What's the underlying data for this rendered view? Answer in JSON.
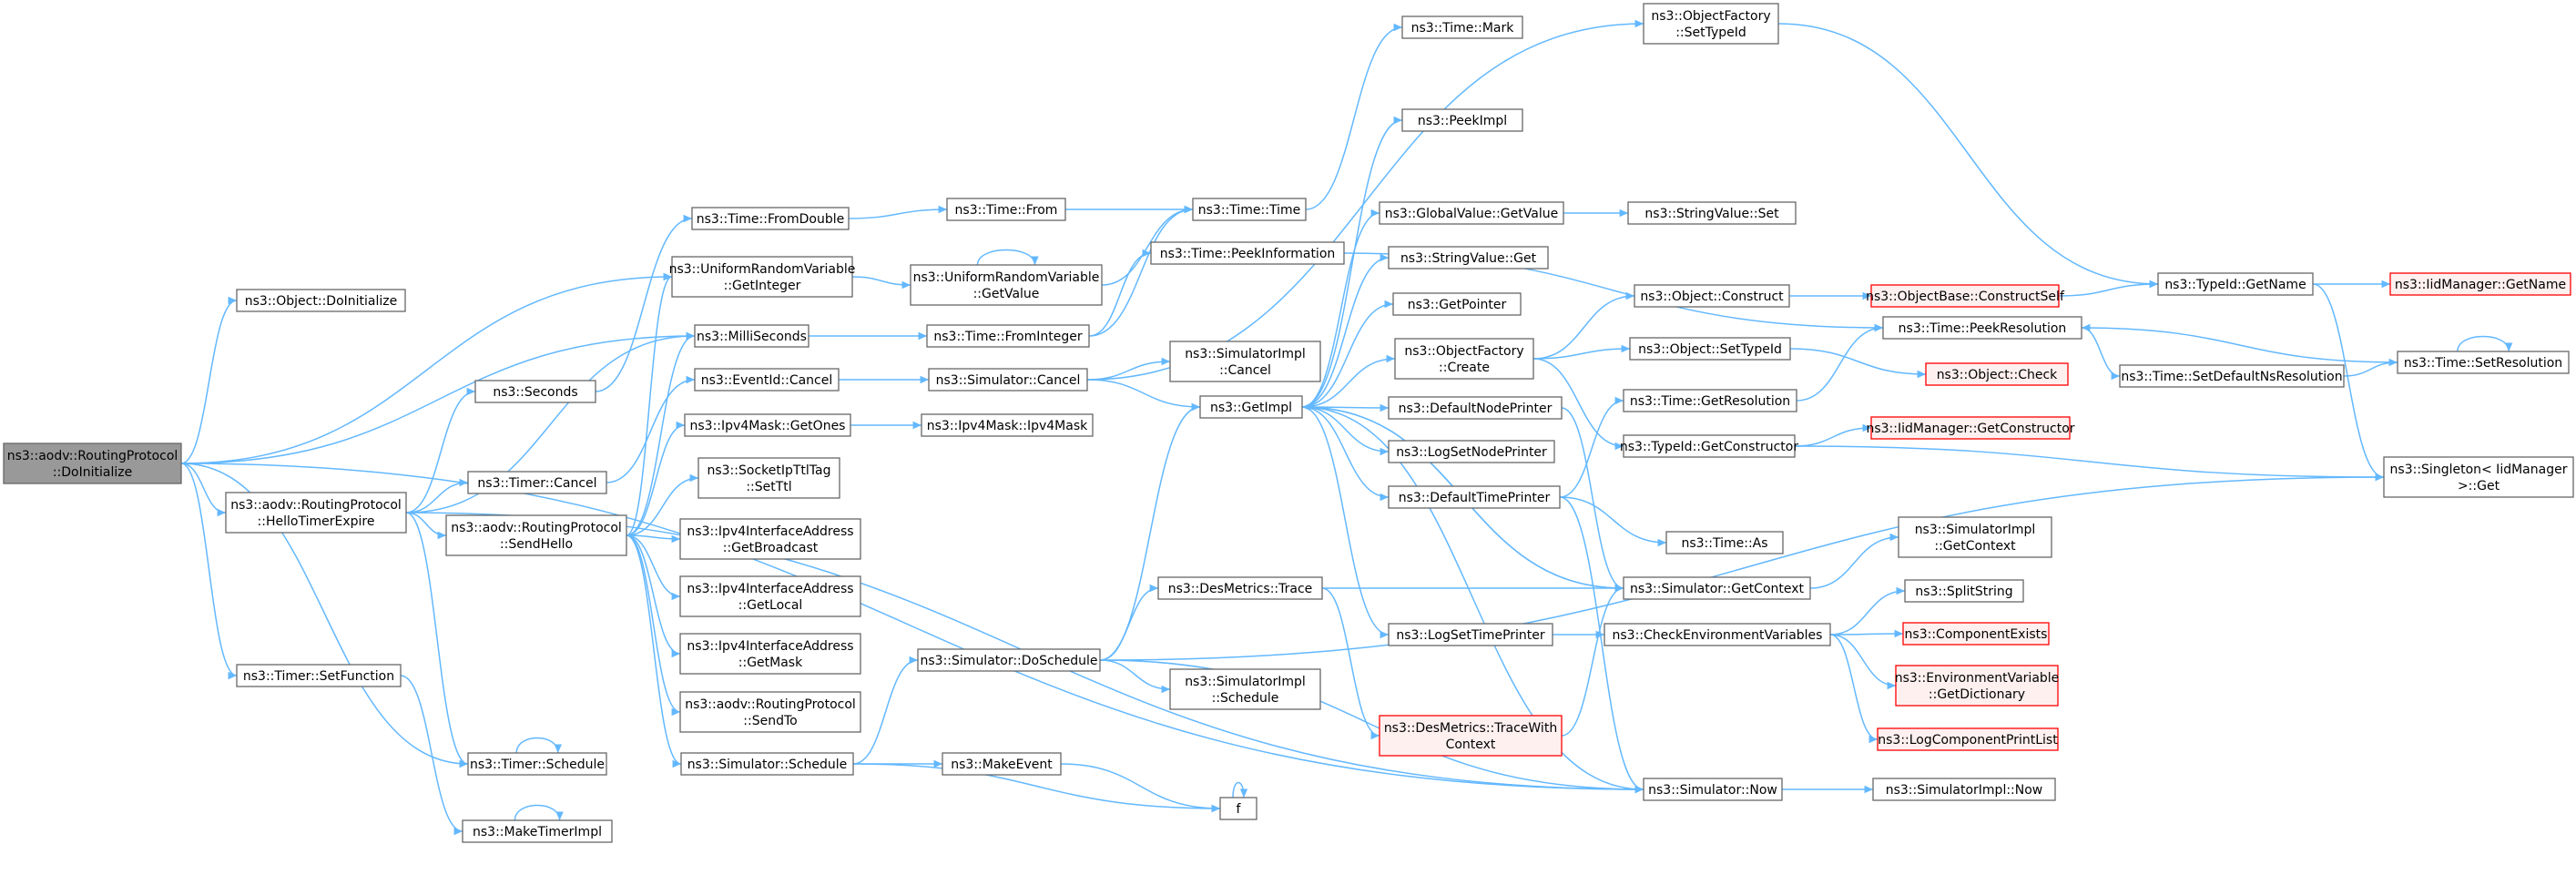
{
  "colors": {
    "edge": "#63b8ff",
    "root_fill": "#999999",
    "node_border": "#666666",
    "missing_border": "#ff0000",
    "missing_fill": "#fff0f0"
  },
  "nodes": [
    {
      "id": "doinit",
      "lines": [
        "ns3::aodv::RoutingProtocol",
        "::DoInitialize"
      ],
      "style": "root"
    },
    {
      "id": "objdoinit",
      "lines": [
        "ns3::Object::DoInitialize"
      ],
      "style": "normal"
    },
    {
      "id": "hello",
      "lines": [
        "ns3::aodv::RoutingProtocol",
        "::HelloTimerExpire"
      ],
      "style": "normal"
    },
    {
      "id": "setfunc",
      "lines": [
        "ns3::Timer::SetFunction"
      ],
      "style": "normal"
    },
    {
      "id": "seconds",
      "lines": [
        "ns3::Seconds"
      ],
      "style": "normal"
    },
    {
      "id": "timercancel",
      "lines": [
        "ns3::Timer::Cancel"
      ],
      "style": "normal"
    },
    {
      "id": "sendhello",
      "lines": [
        "ns3::aodv::RoutingProtocol",
        "::SendHello"
      ],
      "style": "normal"
    },
    {
      "id": "timerschedule",
      "lines": [
        "ns3::Timer::Schedule"
      ],
      "style": "normal"
    },
    {
      "id": "maketimerimpl",
      "lines": [
        "ns3::MakeTimerImpl"
      ],
      "style": "normal"
    },
    {
      "id": "fromdouble",
      "lines": [
        "ns3::Time::FromDouble"
      ],
      "style": "normal"
    },
    {
      "id": "urvgetint",
      "lines": [
        "ns3::UniformRandomVariable",
        "::GetInteger"
      ],
      "style": "normal"
    },
    {
      "id": "millis",
      "lines": [
        "ns3::MilliSeconds"
      ],
      "style": "normal"
    },
    {
      "id": "eventcancel",
      "lines": [
        "ns3::EventId::Cancel"
      ],
      "style": "normal"
    },
    {
      "id": "maskgetones",
      "lines": [
        "ns3::Ipv4Mask::GetOnes"
      ],
      "style": "normal"
    },
    {
      "id": "socketttl",
      "lines": [
        "ns3::SocketIpTtlTag",
        "::SetTtl"
      ],
      "style": "normal"
    },
    {
      "id": "getbcast",
      "lines": [
        "ns3::Ipv4InterfaceAddress",
        "::GetBroadcast"
      ],
      "style": "normal"
    },
    {
      "id": "getlocal",
      "lines": [
        "ns3::Ipv4InterfaceAddress",
        "::GetLocal"
      ],
      "style": "normal"
    },
    {
      "id": "getmask",
      "lines": [
        "ns3::Ipv4InterfaceAddress",
        "::GetMask"
      ],
      "style": "normal"
    },
    {
      "id": "sendto",
      "lines": [
        "ns3::aodv::RoutingProtocol",
        "::SendTo"
      ],
      "style": "normal"
    },
    {
      "id": "simschedule",
      "lines": [
        "ns3::Simulator::Schedule"
      ],
      "style": "normal"
    },
    {
      "id": "timefrom",
      "lines": [
        "ns3::Time::From"
      ],
      "style": "normal"
    },
    {
      "id": "urvgetval",
      "lines": [
        "ns3::UniformRandomVariable",
        "::GetValue"
      ],
      "style": "normal"
    },
    {
      "id": "fromint",
      "lines": [
        "ns3::Time::FromInteger"
      ],
      "style": "normal"
    },
    {
      "id": "simcancel",
      "lines": [
        "ns3::Simulator::Cancel"
      ],
      "style": "normal"
    },
    {
      "id": "maskctor",
      "lines": [
        "ns3::Ipv4Mask::Ipv4Mask"
      ],
      "style": "normal"
    },
    {
      "id": "doschedule",
      "lines": [
        "ns3::Simulator::DoSchedule"
      ],
      "style": "normal"
    },
    {
      "id": "makeevent",
      "lines": [
        "ns3::MakeEvent"
      ],
      "style": "normal"
    },
    {
      "id": "timemark",
      "lines": [
        "ns3::Time::Mark"
      ],
      "style": "normal"
    },
    {
      "id": "timetime",
      "lines": [
        "ns3::Time::Time"
      ],
      "style": "normal"
    },
    {
      "id": "peekinfo",
      "lines": [
        "ns3::Time::PeekInformation"
      ],
      "style": "normal"
    },
    {
      "id": "simimplcancel",
      "lines": [
        "ns3::SimulatorImpl",
        "::Cancel"
      ],
      "style": "normal"
    },
    {
      "id": "getimpl",
      "lines": [
        "ns3::GetImpl"
      ],
      "style": "normal"
    },
    {
      "id": "desmetrics",
      "lines": [
        "ns3::DesMetrics::Trace"
      ],
      "style": "normal"
    },
    {
      "id": "simimplsched",
      "lines": [
        "ns3::SimulatorImpl",
        "::Schedule"
      ],
      "style": "normal"
    },
    {
      "id": "f",
      "lines": [
        "f"
      ],
      "style": "normal"
    },
    {
      "id": "peekimpl",
      "lines": [
        "ns3::PeekImpl"
      ],
      "style": "normal"
    },
    {
      "id": "gvgetvalue",
      "lines": [
        "ns3::GlobalValue::GetValue"
      ],
      "style": "normal"
    },
    {
      "id": "svget",
      "lines": [
        "ns3::StringValue::Get"
      ],
      "style": "normal"
    },
    {
      "id": "getpointer",
      "lines": [
        "ns3::GetPointer"
      ],
      "style": "normal"
    },
    {
      "id": "ofcreate",
      "lines": [
        "ns3::ObjectFactory",
        "::Create"
      ],
      "style": "normal"
    },
    {
      "id": "defnodeprinter",
      "lines": [
        "ns3::DefaultNodePrinter"
      ],
      "style": "normal"
    },
    {
      "id": "logsetnodeprinter",
      "lines": [
        "ns3::LogSetNodePrinter"
      ],
      "style": "normal"
    },
    {
      "id": "deftimeprinter",
      "lines": [
        "ns3::DefaultTimePrinter"
      ],
      "style": "normal"
    },
    {
      "id": "logsettimeprinter",
      "lines": [
        "ns3::LogSetTimePrinter"
      ],
      "style": "normal"
    },
    {
      "id": "tracewithctx",
      "lines": [
        "ns3::DesMetrics::TraceWith",
        "Context"
      ],
      "style": "missing"
    },
    {
      "id": "ofsettypeid",
      "lines": [
        "ns3::ObjectFactory",
        "::SetTypeId"
      ],
      "style": "normal"
    },
    {
      "id": "svset",
      "lines": [
        "ns3::StringValue::Set"
      ],
      "style": "normal"
    },
    {
      "id": "objconstruct",
      "lines": [
        "ns3::Object::Construct"
      ],
      "style": "normal"
    },
    {
      "id": "objsettypeid",
      "lines": [
        "ns3::Object::SetTypeId"
      ],
      "style": "normal"
    },
    {
      "id": "getres",
      "lines": [
        "ns3::Time::GetResolution"
      ],
      "style": "normal"
    },
    {
      "id": "getctor",
      "lines": [
        "ns3::TypeId::GetConstructor"
      ],
      "style": "normal"
    },
    {
      "id": "timeas",
      "lines": [
        "ns3::Time::As"
      ],
      "style": "normal"
    },
    {
      "id": "simgetctx",
      "lines": [
        "ns3::Simulator::GetContext"
      ],
      "style": "normal"
    },
    {
      "id": "checkenv",
      "lines": [
        "ns3::CheckEnvironmentVariables"
      ],
      "style": "normal"
    },
    {
      "id": "simnow",
      "lines": [
        "ns3::Simulator::Now"
      ],
      "style": "normal"
    },
    {
      "id": "constructself",
      "lines": [
        "ns3::ObjectBase::ConstructSelf"
      ],
      "style": "missing"
    },
    {
      "id": "objcheck",
      "lines": [
        "ns3::Object::Check"
      ],
      "style": "missing"
    },
    {
      "id": "iidgetctor",
      "lines": [
        "ns3::IidManager::GetConstructor"
      ],
      "style": "missing"
    },
    {
      "id": "simimplgetctx",
      "lines": [
        "ns3::SimulatorImpl",
        "::GetContext"
      ],
      "style": "normal"
    },
    {
      "id": "splitstring",
      "lines": [
        "ns3::SplitString"
      ],
      "style": "normal"
    },
    {
      "id": "compexists",
      "lines": [
        "ns3::ComponentExists"
      ],
      "style": "missing"
    },
    {
      "id": "envgetdict",
      "lines": [
        "ns3::EnvironmentVariable",
        "::GetDictionary"
      ],
      "style": "missing"
    },
    {
      "id": "logcompprint",
      "lines": [
        "ns3::LogComponentPrintList"
      ],
      "style": "missing"
    },
    {
      "id": "simimplnow",
      "lines": [
        "ns3::SimulatorImpl::Now"
      ],
      "style": "normal"
    },
    {
      "id": "typeidgetname",
      "lines": [
        "ns3::TypeId::GetName"
      ],
      "style": "normal"
    },
    {
      "id": "peekres",
      "lines": [
        "ns3::Time::PeekResolution"
      ],
      "style": "normal"
    },
    {
      "id": "setdefnsres",
      "lines": [
        "ns3::Time::SetDefaultNsResolution"
      ],
      "style": "normal"
    },
    {
      "id": "iidgetname",
      "lines": [
        "ns3::IidManager::GetName"
      ],
      "style": "missing"
    },
    {
      "id": "setres",
      "lines": [
        "ns3::Time::SetResolution"
      ],
      "style": "normal"
    },
    {
      "id": "singleton",
      "lines": [
        "ns3::Singleton< IidManager",
        ">::Get"
      ],
      "style": "normal"
    }
  ],
  "edges": [
    [
      "doinit",
      "objdoinit"
    ],
    [
      "doinit",
      "urvgetint"
    ],
    [
      "doinit",
      "millis"
    ],
    [
      "doinit",
      "hello"
    ],
    [
      "doinit",
      "setfunc"
    ],
    [
      "doinit",
      "timerschedule"
    ],
    [
      "doinit",
      "simnow"
    ],
    [
      "hello",
      "seconds"
    ],
    [
      "hello",
      "timercancel"
    ],
    [
      "hello",
      "sendhello"
    ],
    [
      "hello",
      "timerschedule"
    ],
    [
      "hello",
      "millis"
    ],
    [
      "hello",
      "simnow"
    ],
    [
      "setfunc",
      "maketimerimpl"
    ],
    [
      "maketimerimpl",
      "maketimerimpl"
    ],
    [
      "timerschedule",
      "timerschedule"
    ],
    [
      "seconds",
      "fromdouble"
    ],
    [
      "timercancel",
      "eventcancel"
    ],
    [
      "sendhello",
      "urvgetint"
    ],
    [
      "sendhello",
      "millis"
    ],
    [
      "sendhello",
      "maskgetones"
    ],
    [
      "sendhello",
      "socketttl"
    ],
    [
      "sendhello",
      "getbcast"
    ],
    [
      "sendhello",
      "getlocal"
    ],
    [
      "sendhello",
      "getmask"
    ],
    [
      "sendhello",
      "sendto"
    ],
    [
      "sendhello",
      "simschedule"
    ],
    [
      "fromdouble",
      "timefrom"
    ],
    [
      "urvgetint",
      "urvgetval"
    ],
    [
      "urvgetval",
      "urvgetval"
    ],
    [
      "millis",
      "fromint"
    ],
    [
      "eventcancel",
      "simcancel"
    ],
    [
      "maskgetones",
      "maskctor"
    ],
    [
      "simschedule",
      "doschedule"
    ],
    [
      "simschedule",
      "makeevent"
    ],
    [
      "simschedule",
      "f"
    ],
    [
      "timefrom",
      "timetime"
    ],
    [
      "urvgetval",
      "timetime"
    ],
    [
      "fromint",
      "timetime"
    ],
    [
      "fromint",
      "peekinfo"
    ],
    [
      "simcancel",
      "simimplcancel"
    ],
    [
      "simcancel",
      "getimpl"
    ],
    [
      "simcancel",
      "ofsettypeid"
    ],
    [
      "doschedule",
      "getimpl"
    ],
    [
      "doschedule",
      "desmetrics"
    ],
    [
      "doschedule",
      "simimplsched"
    ],
    [
      "doschedule",
      "simnow"
    ],
    [
      "doschedule",
      "singleton"
    ],
    [
      "makeevent",
      "f"
    ],
    [
      "f",
      "f"
    ],
    [
      "timetime",
      "timemark"
    ],
    [
      "peekinfo",
      "peekres"
    ],
    [
      "getimpl",
      "peekimpl"
    ],
    [
      "getimpl",
      "gvgetvalue"
    ],
    [
      "getimpl",
      "svget"
    ],
    [
      "getimpl",
      "getpointer"
    ],
    [
      "getimpl",
      "ofcreate"
    ],
    [
      "getimpl",
      "defnodeprinter"
    ],
    [
      "getimpl",
      "logsetnodeprinter"
    ],
    [
      "getimpl",
      "deftimeprinter"
    ],
    [
      "getimpl",
      "logsettimeprinter"
    ],
    [
      "getimpl",
      "simgetctx"
    ],
    [
      "desmetrics",
      "tracewithctx"
    ],
    [
      "desmetrics",
      "simgetctx"
    ],
    [
      "tracewithctx",
      "simgetctx"
    ],
    [
      "gvgetvalue",
      "svset"
    ],
    [
      "ofcreate",
      "objconstruct"
    ],
    [
      "ofcreate",
      "objsettypeid"
    ],
    [
      "ofcreate",
      "getctor"
    ],
    [
      "defnodeprinter",
      "simgetctx"
    ],
    [
      "deftimeprinter",
      "getres"
    ],
    [
      "deftimeprinter",
      "timeas"
    ],
    [
      "deftimeprinter",
      "simnow"
    ],
    [
      "logsettimeprinter",
      "checkenv"
    ],
    [
      "objconstruct",
      "constructself"
    ],
    [
      "objsettypeid",
      "objcheck"
    ],
    [
      "getres",
      "peekres"
    ],
    [
      "getctor",
      "iidgetctor"
    ],
    [
      "getctor",
      "singleton"
    ],
    [
      "simgetctx",
      "simimplgetctx"
    ],
    [
      "simgetctx",
      "getimpl"
    ],
    [
      "simnow",
      "getimpl"
    ],
    [
      "simnow",
      "simimplnow"
    ],
    [
      "checkenv",
      "splitstring"
    ],
    [
      "checkenv",
      "compexists"
    ],
    [
      "checkenv",
      "envgetdict"
    ],
    [
      "checkenv",
      "logcompprint"
    ],
    [
      "constructself",
      "typeidgetname"
    ],
    [
      "ofsettypeid",
      "typeidgetname"
    ],
    [
      "typeidgetname",
      "iidgetname"
    ],
    [
      "typeidgetname",
      "singleton"
    ],
    [
      "peekres",
      "setdefnsres"
    ],
    [
      "setdefnsres",
      "setres"
    ],
    [
      "setres",
      "setres"
    ],
    [
      "setres",
      "peekres"
    ]
  ]
}
